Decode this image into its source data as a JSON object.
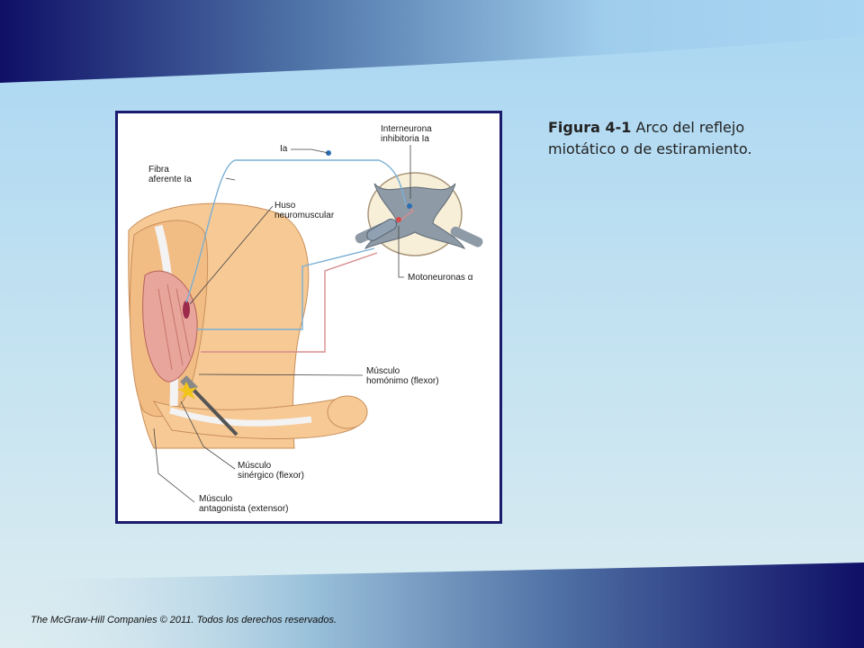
{
  "caption": {
    "figure_label": "Figura 4-1",
    "text": "Arco del reflejo miotático o de estiramiento."
  },
  "diagram": {
    "labels": {
      "ia": "Ia",
      "fibra_aferente": "Fibra\naferente Ia",
      "interneurona": "Interneurona\ninhibitoria Ia",
      "huso": "Huso\nneuromuscular",
      "motoneuronas": "Motoneuronas α",
      "homonimo": "Músculo\nhomónimo (flexor)",
      "sinergico": "Músculo\nsinérgico (flexor)",
      "antagonista": "Músculo\nantagonista (extensor)"
    }
  },
  "footer": {
    "copyright": "The McGraw-Hill Companies © 2011. Todos los derechos reservados."
  },
  "colors": {
    "navy": "#0f0f66",
    "light_blue": "#a9d6f2",
    "skin": "#f6c995",
    "muscle": "#e8a59c",
    "nerve": "#7ab0d4"
  }
}
